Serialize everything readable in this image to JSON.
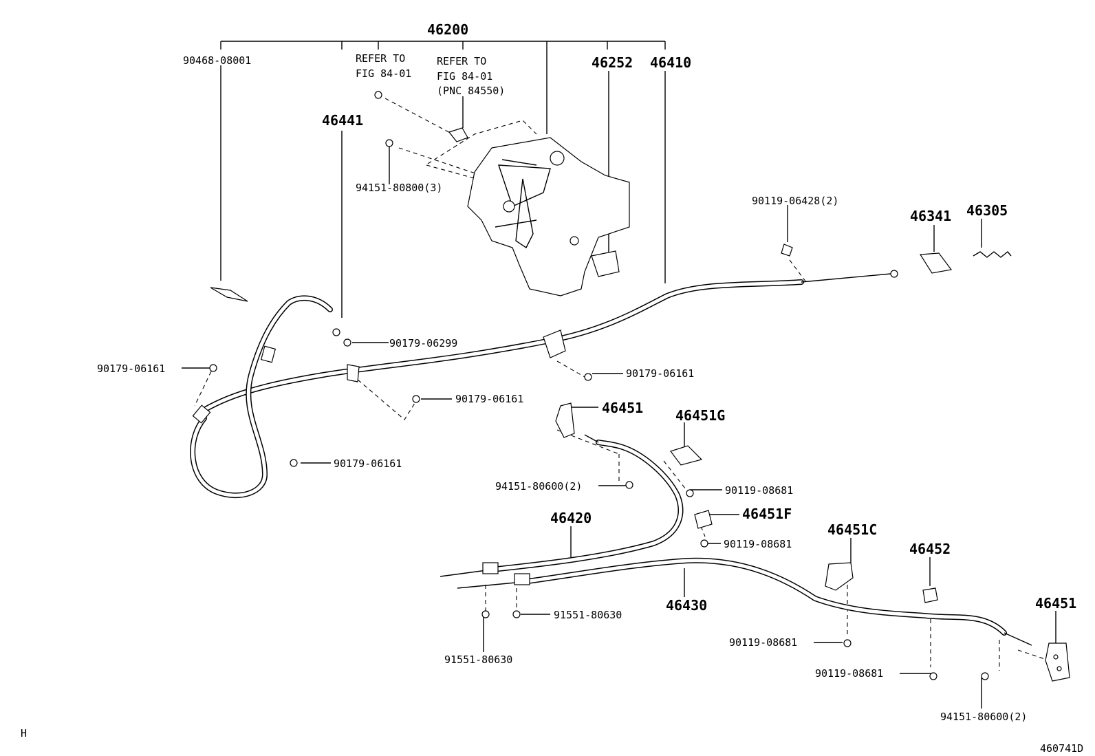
{
  "labels": {
    "p46200": "46200",
    "p90468": "90468-08001",
    "refer1_l1": "REFER TO",
    "refer1_l2": "FIG 84-01",
    "refer2_l1": "REFER TO",
    "refer2_l2": "FIG 84-01",
    "refer2_l3": "(PNC 84550)",
    "p46252": "46252",
    "p46410": "46410",
    "p46441": "46441",
    "p94151_3": "94151-80800(3)",
    "p90119_06428": "90119-06428(2)",
    "p46341": "46341",
    "p46305": "46305",
    "p90179_06299": "90179-06299",
    "p90179_a": "90179-06161",
    "p90179_b": "90179-06161",
    "p90179_c": "90179-06161",
    "p90179_d": "90179-06161",
    "p46451_a": "46451",
    "p46451G": "46451G",
    "p94151_2a": "94151-80600(2)",
    "p90119_08681_a": "90119-08681",
    "p46451F": "46451F",
    "p90119_08681_b": "90119-08681",
    "p46420": "46420",
    "p46451C": "46451C",
    "p46452": "46452",
    "p46451_b": "46451",
    "p91551_a": "91551-80630",
    "p91551_b": "91551-80630",
    "p46430": "46430",
    "p90119_08681_c": "90119-08681",
    "p90119_08681_d": "90119-08681",
    "p94151_2b": "94151-80600(2)"
  },
  "corner_left": "H",
  "corner_right": "460741D"
}
